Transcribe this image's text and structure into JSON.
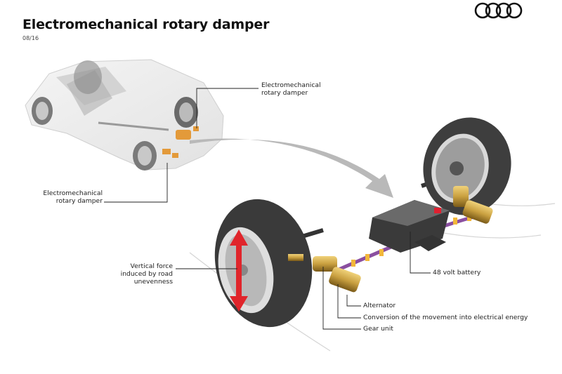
{
  "header": {
    "title": "Electromechanical rotary damper",
    "date": "08/16",
    "logo": "audi-four-rings-logo"
  },
  "callouts": {
    "rear_damper_top": [
      "Electromechanical",
      "rotary damper"
    ],
    "rear_damper_bottom": [
      "Electromechanical",
      "rotary damper"
    ],
    "vertical_force": [
      "Vertical force",
      "induced by road",
      "unevenness"
    ],
    "battery": "48 volt battery",
    "alternator": "Alternator",
    "conversion": "Conversion of the movement into electrical energy",
    "gear_unit": "Gear unit"
  },
  "colors": {
    "damper_gold": "#c9a040",
    "damper_orange": "#e39a3a",
    "force_arrow_red": "#e0252b",
    "cable_purple": "#8a4fa0",
    "clip_yellow": "#f2b73a",
    "arrow_gray": "#b9b9b9",
    "tire": "#3b3b3b",
    "battery": "#3a3a3a"
  }
}
